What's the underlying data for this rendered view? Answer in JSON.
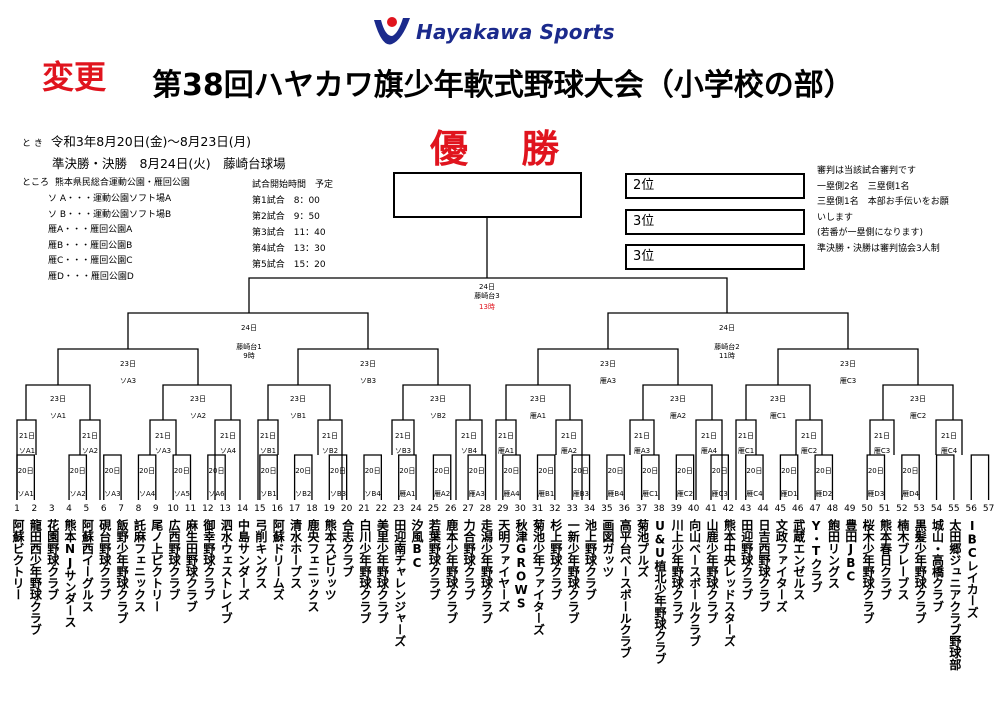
{
  "logo": {
    "text": "Hayakawa Sports"
  },
  "change_label": "変更",
  "title": "第38回ハヤカワ旗少年軟式野球大会（小学校の部）",
  "champion_label": "優 勝",
  "schedule": {
    "toki_label": "と き",
    "dates": "令和3年8月20日(金)～8月23日(月)",
    "finals": "準決勝・決勝　8月24日(火)　藤崎台球場",
    "tokoro_label": "ところ",
    "venue": "熊本県民総合運動公園・雁回公園",
    "fields": [
      "ソ A・・・運動公園ソフト場A",
      "ソ B・・・運動公園ソフト場B",
      "雁A・・・雁回公園A",
      "雁B・・・雁回公園B",
      "雁C・・・雁回公園C",
      "雁D・・・雁回公園D"
    ]
  },
  "game_times": {
    "heading": "試合開始時間　予定",
    "items": [
      "第1試合　8：00",
      "第2試合　9：50",
      "第3試合　11：40",
      "第4試合　13：30",
      "第5試合　15：20"
    ]
  },
  "ranks": [
    "2位",
    "3位",
    "3位"
  ],
  "umpire_notes": [
    "審判は当該試合審判です",
    "一塁側2名　三塁側1名",
    "三塁側1名　本部お手伝いをお願",
    "いします",
    "(若番が一塁側になります)",
    "準決勝・決勝は審判協会3人制"
  ],
  "teams": [
    {
      "no": "1",
      "name": "阿蘇ビクトリー"
    },
    {
      "no": "2",
      "name": "龍田西少年野球クラブ"
    },
    {
      "no": "3",
      "name": "花園野球クラブ"
    },
    {
      "no": "4",
      "name": "熊本NJサンダース"
    },
    {
      "no": "5",
      "name": "阿蘇西イーグルス"
    },
    {
      "no": "6",
      "name": "硯台野球クラブ"
    },
    {
      "no": "7",
      "name": "飯野少年野球クラブ"
    },
    {
      "no": "8",
      "name": "託麻フェニックス"
    },
    {
      "no": "9",
      "name": "尾ノ上ピクトリー"
    },
    {
      "no": "10",
      "name": "広西野球クラブ"
    },
    {
      "no": "11",
      "name": "麻生田野球クラブ"
    },
    {
      "no": "12",
      "name": "御幸野球クラブ"
    },
    {
      "no": "13",
      "name": "泗水ウェストレイブ"
    },
    {
      "no": "14",
      "name": "中島サンダーズ"
    },
    {
      "no": "15",
      "name": "弓削キングス"
    },
    {
      "no": "16",
      "name": "阿蘇ドリームズ"
    },
    {
      "no": "17",
      "name": "清水ホープス"
    },
    {
      "no": "18",
      "name": "鹿央フェニックス"
    },
    {
      "no": "19",
      "name": "熊本スピリッツ"
    },
    {
      "no": "20",
      "name": "合志クラブ"
    },
    {
      "no": "21",
      "name": "白川少年野球クラブ"
    },
    {
      "no": "22",
      "name": "美里少年野球クラブ"
    },
    {
      "no": "23",
      "name": "田迎南チャレンジャーズ"
    },
    {
      "no": "24",
      "name": "汐風BC"
    },
    {
      "no": "25",
      "name": "若葉野球クラブ"
    },
    {
      "no": "26",
      "name": "鹿本少年野球クラブ"
    },
    {
      "no": "27",
      "name": "力合野球クラブ"
    },
    {
      "no": "28",
      "name": "走潟少年野球クラブ"
    },
    {
      "no": "29",
      "name": "天明ファイヤーズ"
    },
    {
      "no": "30",
      "name": "秋津GROWS"
    },
    {
      "no": "31",
      "name": "菊池少年ファイターズ"
    },
    {
      "no": "32",
      "name": "杉上野球クラブ"
    },
    {
      "no": "33",
      "name": "一新少年野球クラブ"
    },
    {
      "no": "34",
      "name": "池上野球クラブ"
    },
    {
      "no": "35",
      "name": "画図ガッツ"
    },
    {
      "no": "36",
      "name": "高平台ベースボールクラブ"
    },
    {
      "no": "37",
      "name": "菊池プルズ"
    },
    {
      "no": "38",
      "name": "U&U植北少年野球クラブ"
    },
    {
      "no": "39",
      "name": "川上少年野球クラブ"
    },
    {
      "no": "40",
      "name": "向山ベースボールクラブ"
    },
    {
      "no": "41",
      "name": "山鹿少年野球クラブ"
    },
    {
      "no": "42",
      "name": "熊本中央レッドスターズ"
    },
    {
      "no": "43",
      "name": "田迎野球クラブ"
    },
    {
      "no": "44",
      "name": "日吉西野球クラブ"
    },
    {
      "no": "45",
      "name": "文政ファイターズ"
    },
    {
      "no": "46",
      "name": "武蔵エンゼルス"
    },
    {
      "no": "47",
      "name": "Y・Tクラブ"
    },
    {
      "no": "48",
      "name": "飽田リングス"
    },
    {
      "no": "49",
      "name": "豊田JBC"
    },
    {
      "no": "50",
      "name": "桜木少年野球クラブ"
    },
    {
      "no": "51",
      "name": "熊本春日クラブ"
    },
    {
      "no": "52",
      "name": "楠木ブレーブス"
    },
    {
      "no": "53",
      "name": "黒髪少年野球クラブ"
    },
    {
      "no": "54",
      "name": "城山・高橋クラブ"
    },
    {
      "no": "55",
      "name": "太田郷ジュニアクラブ野球部"
    },
    {
      "no": "56",
      "name": "IBCレイカーズ"
    },
    {
      "no": "57",
      "name": ""
    }
  ],
  "bracket_labels": {
    "final": {
      "day": "24日",
      "venue": "藤崎台3",
      "time": "13時"
    },
    "semi_left": {
      "day": "24日",
      "venue": "藤崎台1",
      "time": "9時"
    },
    "semi_right": {
      "day": "24日",
      "venue": "藤崎台2",
      "time": "11時"
    },
    "qf": [
      {
        "day": "23日",
        "venue": "ソA3"
      },
      {
        "day": "23日",
        "venue": "ソB3"
      },
      {
        "day": "23日",
        "venue": "雁A3"
      },
      {
        "day": "23日",
        "venue": "雁C3"
      }
    ],
    "r16": [
      {
        "day": "23日",
        "venue": "ソA1"
      },
      {
        "day": "23日",
        "venue": "ソA2"
      },
      {
        "day": "23日",
        "venue": "ソB1"
      },
      {
        "day": "23日",
        "venue": "ソB2"
      },
      {
        "day": "23日",
        "venue": "雁A1"
      },
      {
        "day": "23日",
        "venue": "雁A2"
      },
      {
        "day": "23日",
        "venue": "雁C1"
      },
      {
        "day": "23日",
        "venue": "雁C2"
      }
    ],
    "r21": [
      {
        "day": "21日",
        "venue": "ソA1"
      },
      {
        "day": "21日",
        "venue": "ソA2"
      },
      {
        "day": "21日",
        "venue": "ソA3"
      },
      {
        "day": "21日",
        "venue": "ソA4"
      },
      {
        "day": "21日",
        "venue": "ソB1"
      },
      {
        "day": "21日",
        "venue": "ソB2"
      },
      {
        "day": "21日",
        "venue": "ソB3"
      },
      {
        "day": "21日",
        "venue": "ソB4"
      },
      {
        "day": "21日",
        "venue": "雁A1"
      },
      {
        "day": "21日",
        "venue": "雁A2"
      },
      {
        "day": "21日",
        "venue": "雁A3"
      },
      {
        "day": "21日",
        "venue": "雁A4"
      },
      {
        "day": "21日",
        "venue": "雁C1"
      },
      {
        "day": "21日",
        "venue": "雁C2"
      },
      {
        "day": "21日",
        "venue": "雁C3"
      },
      {
        "day": "21日",
        "venue": "雁C4"
      }
    ],
    "r20": [
      {
        "day": "20日",
        "venue": "ソA1"
      },
      {
        "day": "20日",
        "venue": "ソA2"
      },
      {
        "day": "20日",
        "venue": "ソA3"
      },
      {
        "day": "20日",
        "venue": "ソA4"
      },
      {
        "day": "20日",
        "venue": "ソA5"
      },
      {
        "day": "20日",
        "venue": "ソA6"
      },
      {
        "day": "20日",
        "venue": "ソB1"
      },
      {
        "day": "20日",
        "venue": "ソB2"
      },
      {
        "day": "20日",
        "venue": "ソB3"
      },
      {
        "day": "20日",
        "venue": "ソB4"
      },
      {
        "day": "20日",
        "venue": "雁A1"
      },
      {
        "day": "20日",
        "venue": "雁A2"
      },
      {
        "day": "20日",
        "venue": "雁A3"
      },
      {
        "day": "20日",
        "venue": "雁A4"
      },
      {
        "day": "20日",
        "venue": "雁B1"
      },
      {
        "day": "20日",
        "venue": "雁B3"
      },
      {
        "day": "20日",
        "venue": "雁B4"
      },
      {
        "day": "20日",
        "venue": "雁C1"
      },
      {
        "day": "20日",
        "venue": "雁C2"
      },
      {
        "day": "20日",
        "venue": "雁C3"
      },
      {
        "day": "20日",
        "venue": "雁C4"
      },
      {
        "day": "20日",
        "venue": "雁D1"
      },
      {
        "day": "20日",
        "venue": "雁D2"
      },
      {
        "day": "20日",
        "venue": "雁D3"
      },
      {
        "day": "20日",
        "venue": "雁D4"
      }
    ]
  },
  "colors": {
    "accent_red": "#e0141e",
    "logo_blue": "#1b2a8c"
  }
}
